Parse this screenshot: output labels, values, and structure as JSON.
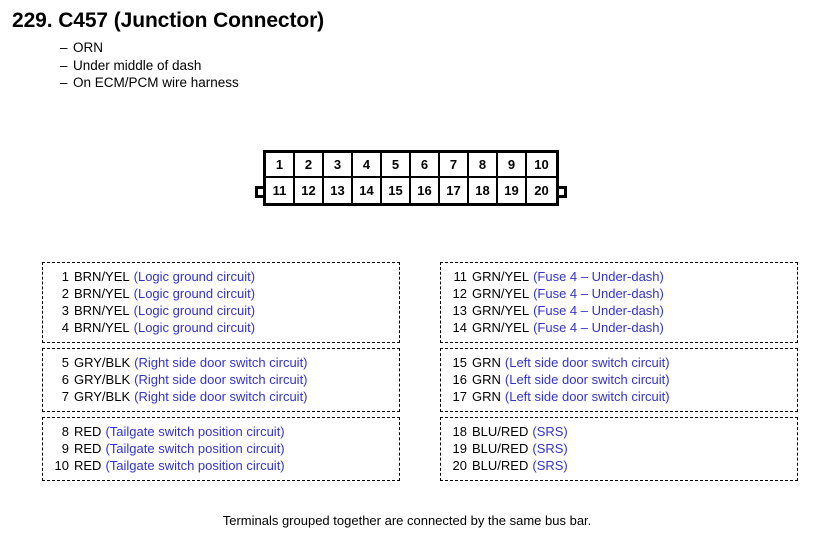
{
  "header": {
    "title": "229. C457 (Junction Connector)",
    "bullet_marker": "–",
    "details": [
      "ORN",
      "Under middle of dash",
      "On ECM/PCM wire harness"
    ]
  },
  "connector": {
    "top_row": [
      "1",
      "2",
      "3",
      "4",
      "5",
      "6",
      "7",
      "8",
      "9",
      "10"
    ],
    "bottom_row": [
      "11",
      "12",
      "13",
      "14",
      "15",
      "16",
      "17",
      "18",
      "19",
      "20"
    ]
  },
  "accent_color": "#3333CC",
  "pin_groups_left": [
    {
      "pins": [
        {
          "num": "1",
          "color": "BRN/YEL",
          "desc": "(Logic ground circuit)"
        },
        {
          "num": "2",
          "color": "BRN/YEL",
          "desc": "(Logic ground circuit)"
        },
        {
          "num": "3",
          "color": "BRN/YEL",
          "desc": "(Logic ground circuit)"
        },
        {
          "num": "4",
          "color": "BRN/YEL",
          "desc": "(Logic ground circuit)"
        }
      ]
    },
    {
      "pins": [
        {
          "num": "5",
          "color": "GRY/BLK",
          "desc": "(Right side door switch circuit)"
        },
        {
          "num": "6",
          "color": "GRY/BLK",
          "desc": "(Right side door switch circuit)"
        },
        {
          "num": "7",
          "color": "GRY/BLK",
          "desc": "(Right side door switch circuit)"
        }
      ]
    },
    {
      "pins": [
        {
          "num": "8",
          "color": "RED",
          "desc": "(Tailgate switch position circuit)"
        },
        {
          "num": "9",
          "color": "RED",
          "desc": "(Tailgate switch position circuit)"
        },
        {
          "num": "10",
          "color": "RED",
          "desc": "(Tailgate switch position circuit)"
        }
      ]
    }
  ],
  "pin_groups_right": [
    {
      "pins": [
        {
          "num": "11",
          "color": "GRN/YEL",
          "desc": "(Fuse 4 – Under-dash)"
        },
        {
          "num": "12",
          "color": "GRN/YEL",
          "desc": "(Fuse 4 – Under-dash)"
        },
        {
          "num": "13",
          "color": "GRN/YEL",
          "desc": "(Fuse 4 – Under-dash)"
        },
        {
          "num": "14",
          "color": "GRN/YEL",
          "desc": "(Fuse 4 – Under-dash)"
        }
      ]
    },
    {
      "pins": [
        {
          "num": "15",
          "color": "GRN",
          "desc": "(Left side door switch circuit)"
        },
        {
          "num": "16",
          "color": "GRN",
          "desc": "(Left side door switch circuit)"
        },
        {
          "num": "17",
          "color": "GRN",
          "desc": "(Left side door switch circuit)"
        }
      ]
    },
    {
      "pins": [
        {
          "num": "18",
          "color": "BLU/RED",
          "desc": "(SRS)"
        },
        {
          "num": "19",
          "color": "BLU/RED",
          "desc": "(SRS)"
        },
        {
          "num": "20",
          "color": "BLU/RED",
          "desc": "(SRS)"
        }
      ]
    }
  ],
  "footer": {
    "note": "Terminals grouped together are connected by the same bus bar."
  }
}
